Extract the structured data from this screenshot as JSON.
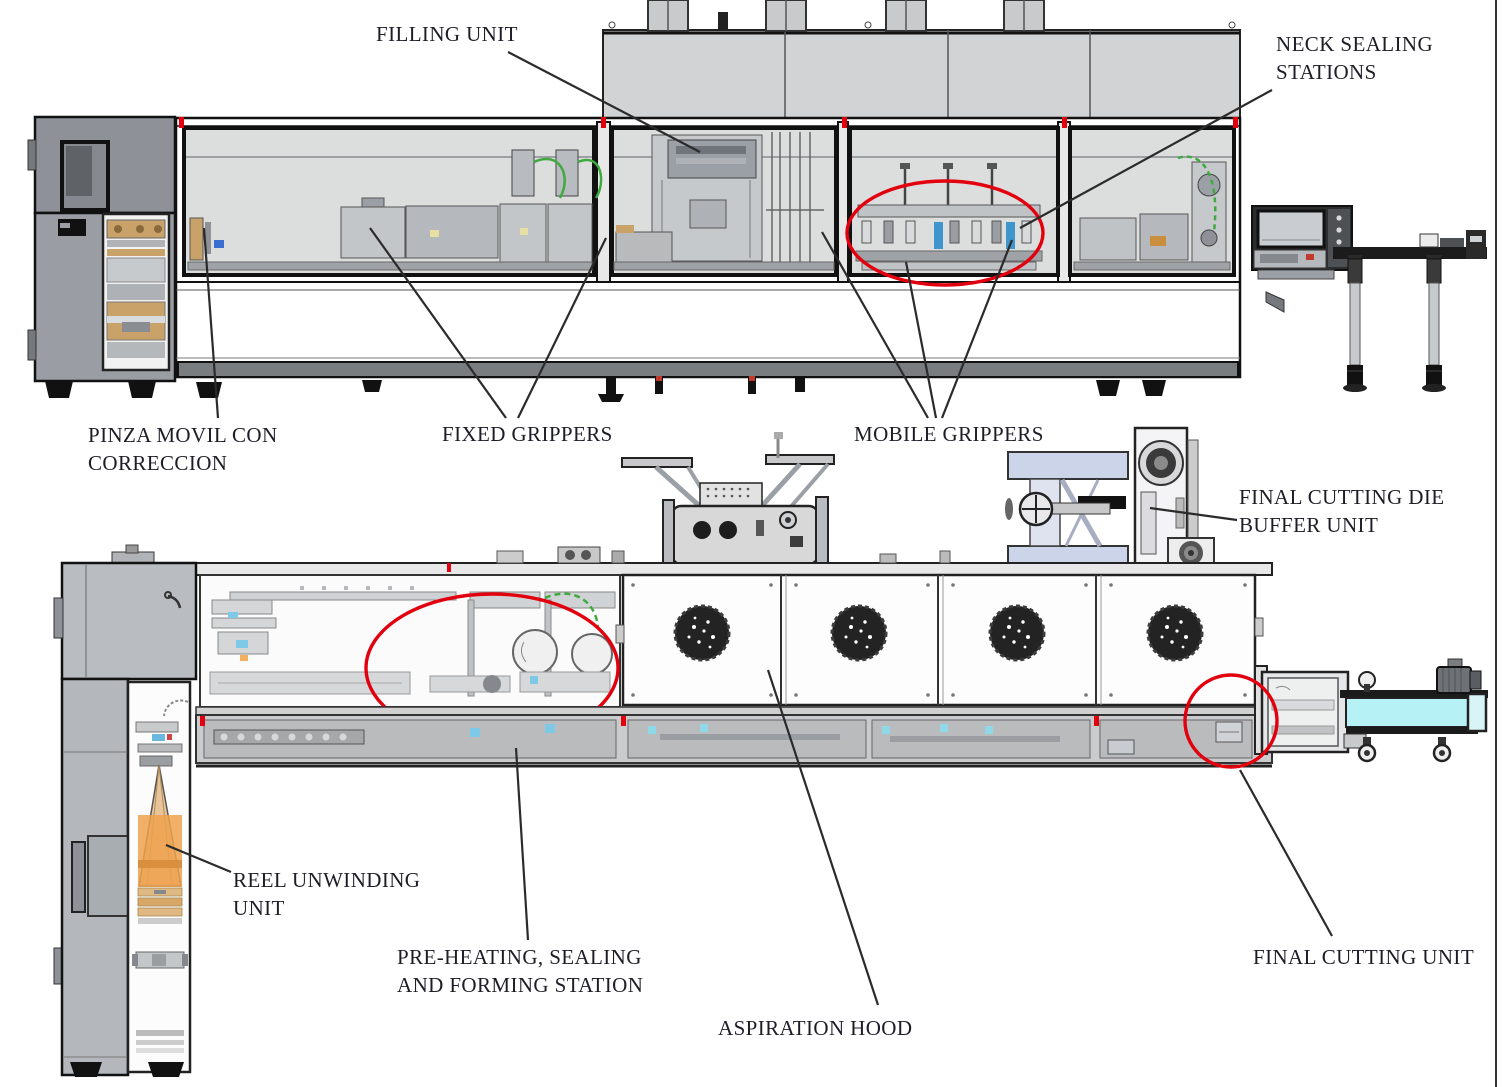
{
  "labels": {
    "filling_unit": "FILLING UNIT",
    "neck_sealing_stations": "NECK SEALING\nSTATIONS",
    "pinza_movil": "PINZA MOVIL CON\nCORRECCION",
    "fixed_grippers": "FIXED GRIPPERS",
    "mobile_grippers": "MOBILE GRIPPERS",
    "final_cutting_die_buffer": "FINAL CUTTING DIE\nBUFFER UNIT",
    "reel_unwinding": "REEL UNWINDING\nUNIT",
    "pre_heating": "PRE-HEATING, SEALING\nAND FORMING STATION",
    "aspiration_hood": "ASPIRATION HOOD",
    "final_cutting_unit": "FINAL CUTTING UNIT"
  },
  "colors": {
    "annotation_red": "#e3000e",
    "leader_line": "#2b2b2b",
    "label_text": "#1d1d27",
    "machine_light_gray": "#d2d3d4",
    "machine_dark_gray": "#93979c",
    "glass_gray": "#dcdddd",
    "conveyor_cyan": "#b5f1f5",
    "tube_green": "#3faa3f",
    "reel_film_orange": "#efa24c",
    "accent_blue": "#4a9fd4"
  }
}
